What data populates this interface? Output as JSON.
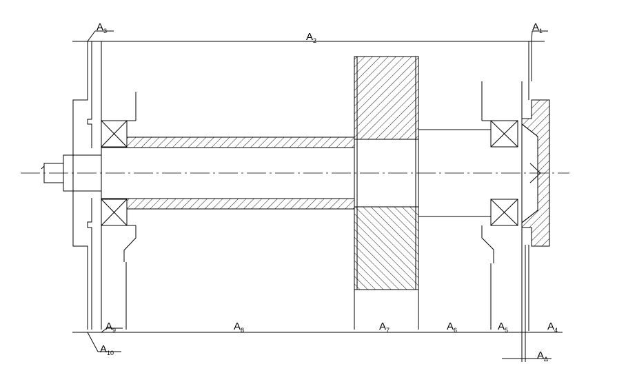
{
  "drawing": {
    "background": "#ffffff",
    "line_color": "#000000",
    "dimensions": [
      {
        "id": "A1",
        "letter": "A",
        "sub": "1"
      },
      {
        "id": "A2",
        "letter": "A",
        "sub": "2"
      },
      {
        "id": "A3",
        "letter": "A",
        "sub": "3"
      },
      {
        "id": "A4",
        "letter": "A",
        "sub": "4"
      },
      {
        "id": "A5",
        "letter": "A",
        "sub": "5"
      },
      {
        "id": "A6",
        "letter": "A",
        "sub": "6"
      },
      {
        "id": "A7",
        "letter": "A",
        "sub": "7"
      },
      {
        "id": "A8",
        "letter": "A",
        "sub": "8"
      },
      {
        "id": "A9",
        "letter": "A",
        "sub": "9"
      },
      {
        "id": "A10",
        "letter": "A",
        "sub": "10"
      },
      {
        "id": "AΔ",
        "letter": "A",
        "sub": "Δ"
      }
    ]
  }
}
